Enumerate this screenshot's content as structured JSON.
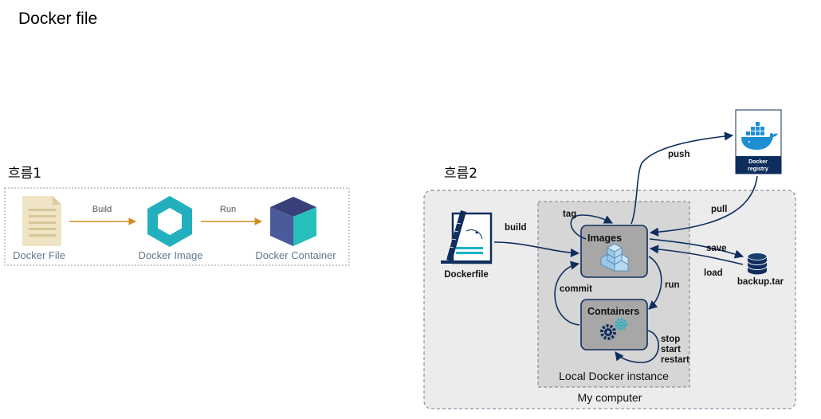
{
  "title": "Docker file",
  "flow1": {
    "label": "흐름1",
    "nodes": [
      "Docker File",
      "Docker Image",
      "Docker Container"
    ],
    "edges": [
      "Build",
      "Run"
    ]
  },
  "flow2": {
    "label": "흐름2",
    "areas": {
      "outer": "My computer",
      "inner": "Local Docker instance"
    },
    "nodes": {
      "dockerfile": "Dockerfile",
      "images": "Images",
      "containers": "Containers",
      "registry_line1": "Docker",
      "registry_line2": "registry",
      "backup": "backup.tar"
    },
    "edges": {
      "build": "build",
      "tag": "tag",
      "push": "push",
      "pull": "pull",
      "save": "save",
      "load": "load",
      "run": "run",
      "commit": "commit",
      "stop": "stop",
      "start": "start",
      "restart": "restart"
    }
  },
  "colors": {
    "arrow_flow1": "#d18b1f",
    "arrow_flow2": "#0f2e5e",
    "image_teal": "#22b0bf",
    "container_blue": "#4a5a9a",
    "container_teal": "#27bfb9",
    "registry_navy": "#0d2d5c"
  }
}
